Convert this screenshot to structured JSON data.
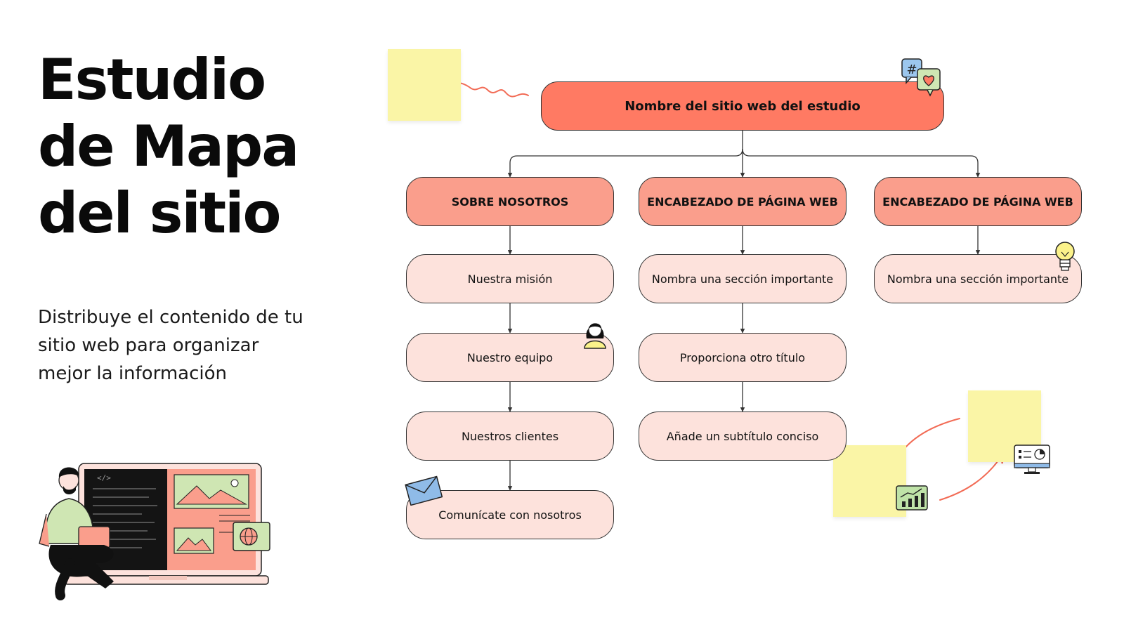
{
  "title": {
    "line1": "Estudio",
    "line2": "de Mapa",
    "line3": "del sitio"
  },
  "subtitle": "Distribuye el contenido de tu sitio web para organizar mejor la información",
  "sitemap": {
    "root": "Nombre del sitio web del estudio",
    "columns": [
      {
        "header": "SOBRE NOSOTROS",
        "items": [
          "Nuestra misión",
          "Nuestro equipo",
          "Nuestros clientes",
          "Comunícate con nosotros"
        ]
      },
      {
        "header": "ENCABEZADO DE PÁGINA WEB",
        "items": [
          "Nombra una sección importante",
          "Proporciona otro título",
          "Añade un subtítulo conciso"
        ]
      },
      {
        "header": "ENCABEZADO DE PÁGINA WEB",
        "items": [
          "Nombra una sección importante"
        ]
      }
    ]
  },
  "colors": {
    "root": "#ff7a63",
    "header": "#fa9e8c",
    "item": "#fde2dc",
    "sticky_note": "#faf5a6",
    "arrow": "#f26b55",
    "connector": "#333333"
  },
  "icons": {
    "top_left_sticky": "sticky-note",
    "root_badge": "chat-hashtag-heart-icon",
    "team_badge": "person-avatar-icon",
    "section_badge": "lightbulb-icon",
    "contact_badge": "envelope-icon",
    "analytics_badge": "growth-chart-icon",
    "dashboard_badge": "dashboard-monitor-icon",
    "illustration": "developer-with-laptop-illustration"
  }
}
